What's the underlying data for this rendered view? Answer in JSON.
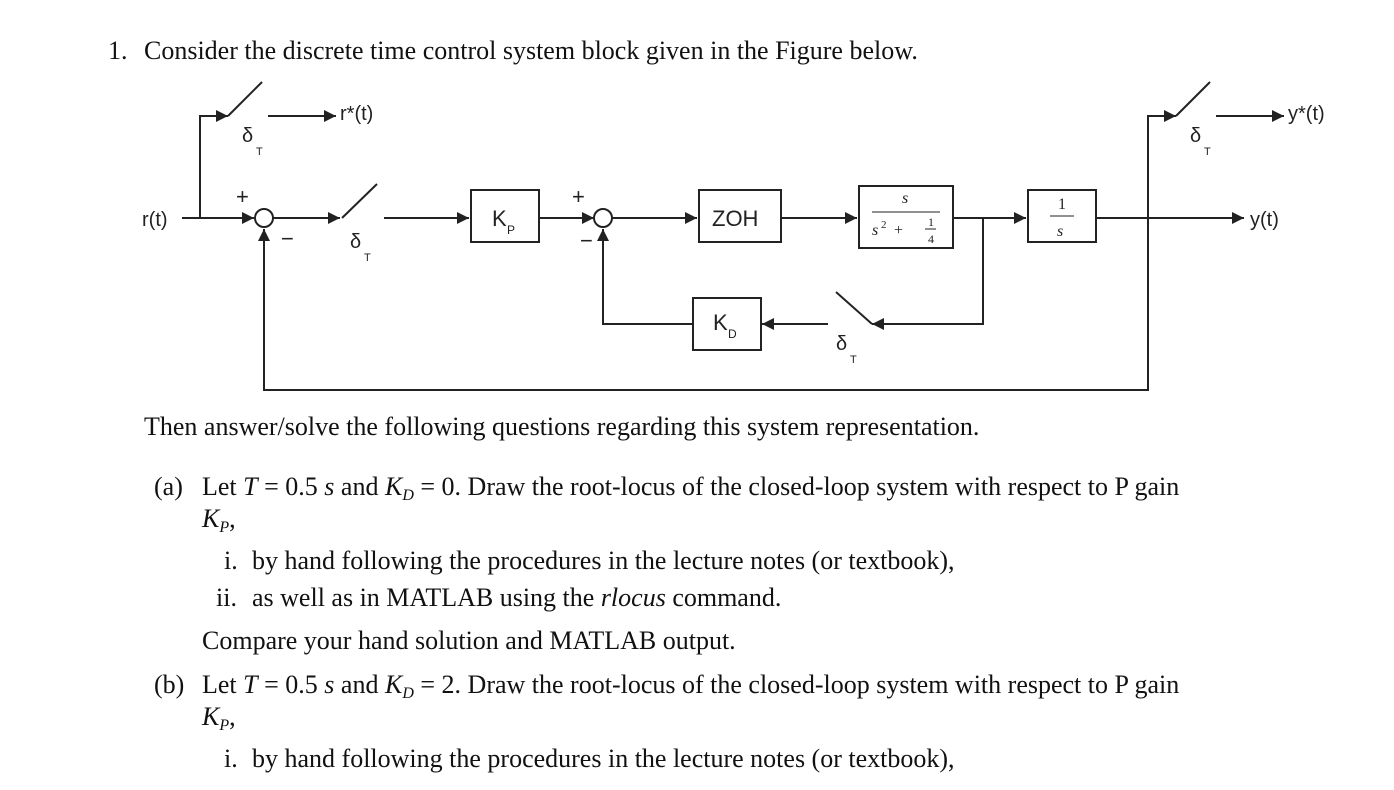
{
  "question": {
    "number": "1.",
    "intro": "Consider the discrete time control system block given in the Figure below.",
    "then": "Then answer/solve the following questions regarding this system representation."
  },
  "diagram": {
    "input": "r(t)",
    "sampled_input": "r*(t)",
    "output": "y(t)",
    "sampled_output": "y*(t)",
    "sampler": "δ",
    "sampler_sub": "T",
    "kp": "K",
    "kp_sub": "P",
    "kd": "K",
    "kd_sub": "D",
    "zoh": "ZOH",
    "plant_num": "s",
    "integrator_num": "1",
    "integrator_den": "s",
    "plus": "+",
    "minus": "−"
  },
  "parts": {
    "a": {
      "label": "(a)",
      "T_value": "0.5",
      "KD_value": "0",
      "text_tail": "Draw the root-locus of the closed-loop system with respect to P gain",
      "i": "by hand following the procedures in the lecture notes (or textbook),",
      "ii_pre": "as well as in MATLAB using the",
      "ii_cmd": "rlocus",
      "ii_post": "command.",
      "compare": "Compare your hand solution and MATLAB output."
    },
    "b": {
      "label": "(b)",
      "T_value": "0.5",
      "KD_value": "2",
      "text_tail": "Draw the root-locus of the closed-loop system with respect to P gain",
      "i": "by hand following the procedures in the lecture notes (or textbook),"
    },
    "roman_i": "i.",
    "roman_ii": "ii."
  }
}
